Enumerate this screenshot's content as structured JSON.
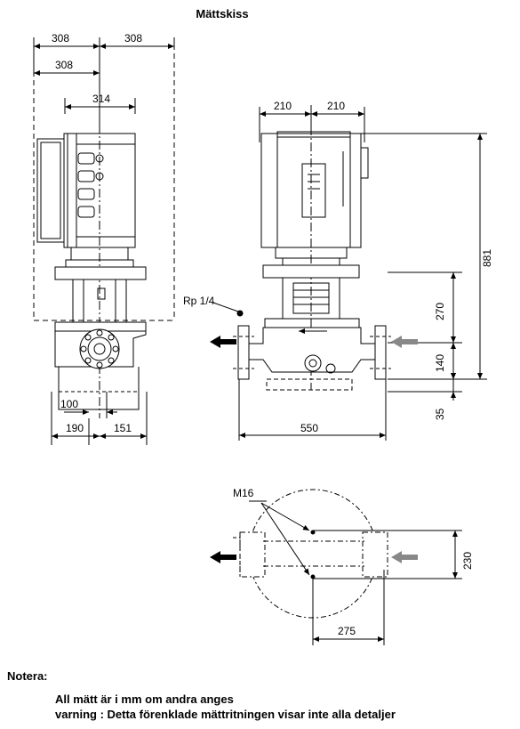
{
  "title": "Mättskiss",
  "front_view": {
    "dims": {
      "top_left": "308",
      "top_right": "308",
      "second_left": "308",
      "motor_width": "314",
      "flange_small": "100",
      "base_left": "190",
      "base_right": "151"
    }
  },
  "side_view": {
    "dims": {
      "motor_left": "210",
      "motor_right": "210",
      "total_height": "881",
      "upper_height": "270",
      "lower_height": "140",
      "base_height": "35",
      "length": "550"
    },
    "port_label": "Rp 1/4"
  },
  "plan_view": {
    "bolt_label": "M16",
    "dims": {
      "width": "230",
      "length": "275"
    }
  },
  "notes": {
    "heading": "Notera:",
    "lines": [
      "All mätt är i mm om andra anges",
      "varning : Detta förenklade mättritningen visar inte alla detaljer"
    ]
  }
}
